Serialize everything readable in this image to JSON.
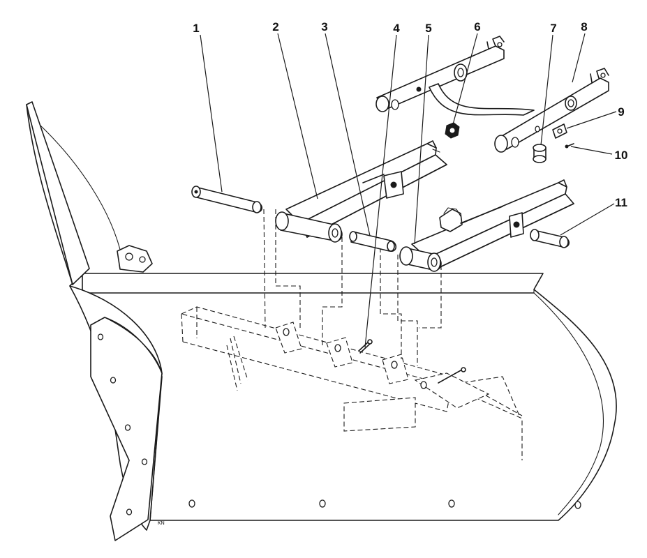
{
  "callouts": [
    {
      "number": "1"
    },
    {
      "number": "2"
    },
    {
      "number": "3"
    },
    {
      "number": "4"
    },
    {
      "number": "5"
    },
    {
      "number": "6"
    },
    {
      "number": "7"
    },
    {
      "number": "8"
    },
    {
      "number": "9"
    },
    {
      "number": "10"
    },
    {
      "number": "11"
    }
  ],
  "part_names": [
    "long-pin-icon",
    "left-push-arm-icon",
    "center-pin-icon",
    "cotter-pin-icon",
    "right-push-arm-icon",
    "nut-icon",
    "bushing-icon",
    "a-frame-icon",
    "plate-icon",
    "small-cotter-icon",
    "right-pin-icon"
  ]
}
